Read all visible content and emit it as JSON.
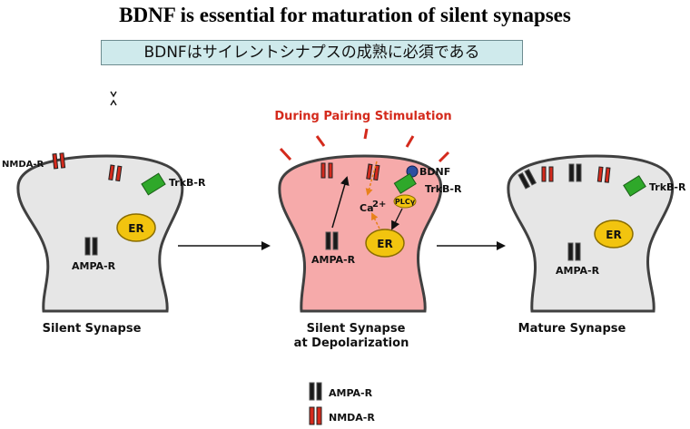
{
  "title": "BDNF is essential for maturation of silent synapses",
  "subtitle": "BDNFはサイレントシナプスの成熟に必須である",
  "stimulation_label": "During Pairing Stimulation",
  "panels": {
    "silent": {
      "caption": "Silent Synapse",
      "nmda_label": "NMDA-R",
      "trkb_label": "TrkB-R",
      "er_label": "ER",
      "ampa_label": "AMPA-R"
    },
    "depolarization": {
      "caption_line1": "Silent Synapse",
      "caption_line2": "at Depolarization",
      "bdnf_label": "BDNF",
      "trkb_label": "TrkB-R",
      "plc_label": "PLCγ",
      "ca_label": "Ca",
      "ca_superscript": "2+",
      "er_label": "ER",
      "ampa_label": "AMPA-R"
    },
    "mature": {
      "caption": "Mature Synapse",
      "trkb_label": "TrkB-R",
      "er_label": "ER",
      "ampa_label": "AMPA-R"
    }
  },
  "legend": {
    "ampa": "AMPA-R",
    "nmda": "NMDA-R"
  },
  "colors": {
    "spine_fill": "#e6e6e6",
    "spine_active_fill": "#f6aaaa",
    "spine_outline": "#404040",
    "nmda_red": "#d42a1c",
    "ampa_black": "#1a1a1a",
    "trkb_green": "#2fa82a",
    "er_yellow": "#f2c40f",
    "bdnf_blue": "#2d4fa0",
    "ca_arrow_orange": "#e8821a",
    "stimulation_red": "#d42a1c",
    "subtitle_bg": "#cfeaec"
  }
}
